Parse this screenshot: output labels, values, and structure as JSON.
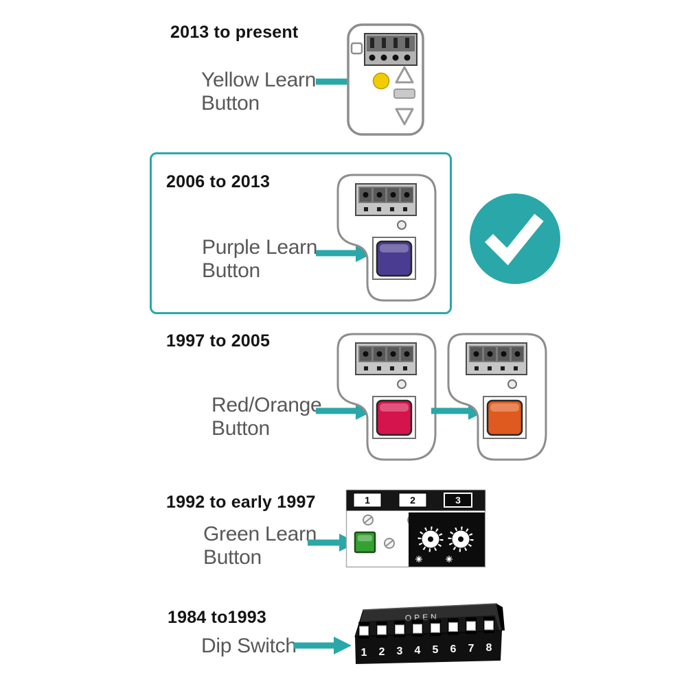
{
  "accent_color": "#2aa7a8",
  "sections": {
    "era_2013": {
      "title": "2013 to present",
      "label": "Yellow Learn Button"
    },
    "era_2006": {
      "title": "2006 to 2013",
      "label": "Purple Learn Button"
    },
    "era_1997": {
      "title": "1997 to 2005",
      "label": "Red/Orange Button"
    },
    "era_1992": {
      "title": "1992 to early 1997",
      "label": "Green Learn Button"
    },
    "era_1984": {
      "title": "1984 to1993",
      "label": "Dip Switch"
    }
  },
  "button_colors": {
    "yellow": "#f0cc00",
    "purple": "#4a3d91",
    "red": "#d5134d",
    "orange": "#df5a1e",
    "green": "#35a132"
  },
  "receiver_panel": {
    "terminal_numbers": [
      "1",
      "2",
      "3"
    ]
  },
  "dip_switch": {
    "top_label": "OPEN",
    "switch_numbers": [
      "1",
      "2",
      "3",
      "4",
      "5",
      "6",
      "7",
      "8"
    ]
  }
}
